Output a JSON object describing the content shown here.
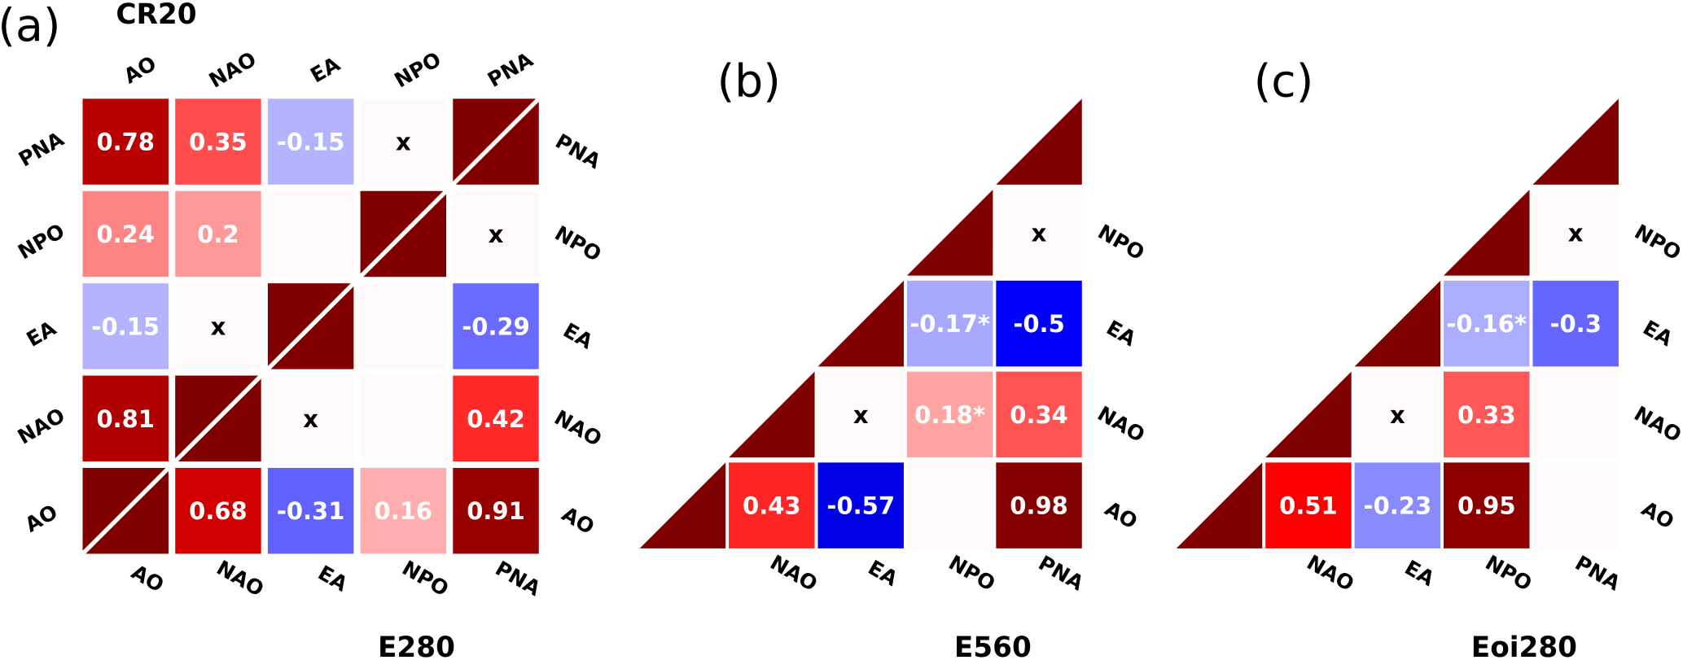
{
  "chart_data": [
    {
      "type": "heatmap",
      "panel_label": "(a)",
      "title": "CR20",
      "xlabel": "E280",
      "colormap": "seismic",
      "vlim": [
        -1,
        1
      ],
      "layout": "full",
      "rows": [
        "PNA",
        "NPO",
        "EA",
        "NAO",
        "AO"
      ],
      "cols": [
        "AO",
        "NAO",
        "EA",
        "NPO",
        "PNA"
      ],
      "top_labels": [
        "AO",
        "NAO",
        "EA",
        "NPO",
        "PNA"
      ],
      "bottom_labels": [
        "AO",
        "NAO",
        "EA",
        "NPO",
        "PNA"
      ],
      "left_labels": [
        "PNA",
        "NPO",
        "EA",
        "NAO",
        "AO"
      ],
      "right_labels": [
        "PNA",
        "NPO",
        "EA",
        "NAO",
        "AO"
      ],
      "cells": [
        [
          {
            "text": "0.78",
            "value": 0.78
          },
          {
            "text": "0.35",
            "value": 0.35
          },
          {
            "text": "-0.15",
            "value": -0.15
          },
          {
            "text": "x"
          },
          "diag"
        ],
        [
          {
            "text": "0.24",
            "value": 0.24
          },
          {
            "text": "0.2",
            "value": 0.2
          },
          {
            "text": ""
          },
          "diag",
          {
            "text": "x"
          }
        ],
        [
          {
            "text": "-0.15",
            "value": -0.15
          },
          {
            "text": "x"
          },
          "diag",
          {
            "text": ""
          },
          {
            "text": "-0.29",
            "value": -0.29
          }
        ],
        [
          {
            "text": "0.81",
            "value": 0.81
          },
          "diag",
          {
            "text": "x"
          },
          {
            "text": ""
          },
          {
            "text": "0.42",
            "value": 0.42
          }
        ],
        [
          "diag",
          {
            "text": "0.68",
            "value": 0.68
          },
          {
            "text": "-0.31",
            "value": -0.31
          },
          {
            "text": "0.16",
            "value": 0.16
          },
          {
            "text": "0.91",
            "value": 0.91
          }
        ]
      ]
    },
    {
      "type": "heatmap",
      "panel_label": "(b)",
      "xlabel": "E560",
      "colormap": "seismic",
      "vlim": [
        -1,
        1
      ],
      "layout": "lower-triangle",
      "rows": [
        "PNA",
        "NPO",
        "EA",
        "NAO",
        "AO"
      ],
      "cols": [
        "AO",
        "NAO",
        "EA",
        "NPO",
        "PNA"
      ],
      "bottom_labels": [
        "",
        "NAO",
        "EA",
        "NPO",
        "PNA"
      ],
      "right_labels": [
        "",
        "NPO",
        "EA",
        "NAO",
        "AO"
      ],
      "cells": [
        [
          null,
          null,
          null,
          null,
          "tri"
        ],
        [
          null,
          null,
          null,
          "tri",
          {
            "text": "x"
          }
        ],
        [
          null,
          null,
          "tri",
          {
            "text": "-0.17*",
            "value": -0.17
          },
          {
            "text": "-0.5",
            "value": -0.5
          }
        ],
        [
          null,
          "tri",
          {
            "text": "x"
          },
          {
            "text": "0.18*",
            "value": 0.18
          },
          {
            "text": "0.34",
            "value": 0.34
          }
        ],
        [
          "tri",
          {
            "text": "0.43",
            "value": 0.43
          },
          {
            "text": "-0.57",
            "value": -0.57
          },
          {
            "text": ""
          },
          {
            "text": "0.98",
            "value": 0.98
          }
        ]
      ]
    },
    {
      "type": "heatmap",
      "panel_label": "(c)",
      "xlabel": "Eoi280",
      "colormap": "seismic",
      "vlim": [
        -1,
        1
      ],
      "layout": "lower-triangle",
      "rows": [
        "PNA",
        "NPO",
        "EA",
        "NAO",
        "AO"
      ],
      "cols": [
        "AO",
        "NAO",
        "EA",
        "NPO",
        "PNA"
      ],
      "bottom_labels": [
        "",
        "NAO",
        "EA",
        "NPO",
        "PNA"
      ],
      "right_labels": [
        "",
        "NPO",
        "EA",
        "NAO",
        "AO"
      ],
      "cells": [
        [
          null,
          null,
          null,
          null,
          "tri"
        ],
        [
          null,
          null,
          null,
          "tri",
          {
            "text": "x"
          }
        ],
        [
          null,
          null,
          "tri",
          {
            "text": "-0.16*",
            "value": -0.16
          },
          {
            "text": "-0.3",
            "value": -0.3
          }
        ],
        [
          null,
          "tri",
          {
            "text": "x"
          },
          {
            "text": "0.33",
            "value": 0.33
          },
          {
            "text": ""
          }
        ],
        [
          "tri",
          {
            "text": "0.51",
            "value": 0.51
          },
          {
            "text": "-0.23",
            "value": -0.23
          },
          {
            "text": "0.95",
            "value": 0.95
          },
          {
            "text": ""
          }
        ]
      ]
    }
  ],
  "colors": {
    "diag": "#800000",
    "blank": "#fffafa",
    "value_text": "#ffffff",
    "x_text": "#000000"
  }
}
